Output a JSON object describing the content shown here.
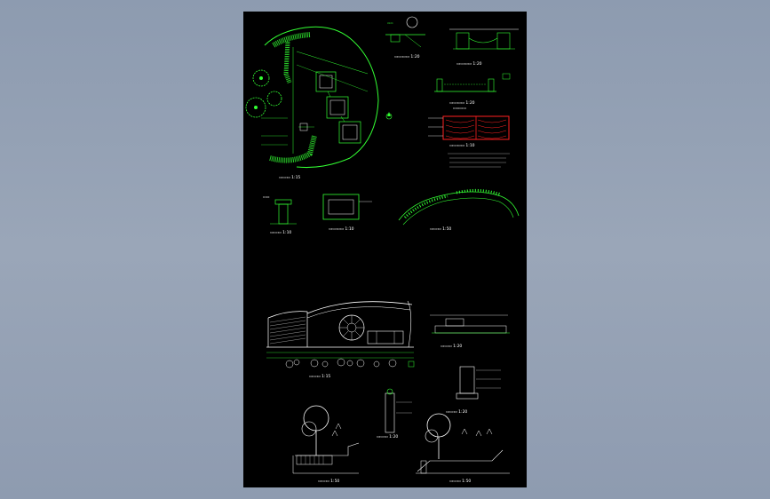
{
  "viewer": {
    "background_colors": [
      "#8d9bb0",
      "#9aa6b8"
    ],
    "sheet_color": "#000000",
    "line_colors": {
      "primary": "#33ff33",
      "secondary": "#ffffff",
      "accent": "#ff2020",
      "tree": "#ffffff"
    }
  },
  "drawings": [
    {
      "id": "plan",
      "scale": "1:15"
    },
    {
      "id": "pit-section",
      "scale": "1:20"
    },
    {
      "id": "gate-section",
      "scale": "1:20"
    },
    {
      "id": "wall-section",
      "scale": "1:20"
    },
    {
      "id": "paving-detail",
      "scale": "1:10"
    },
    {
      "id": "post-detail",
      "scale": "1:10"
    },
    {
      "id": "planter-detail",
      "scale": "1:10"
    },
    {
      "id": "curve-plan",
      "scale": "1:50"
    },
    {
      "id": "main-elevation",
      "scale": "1:15"
    },
    {
      "id": "step-section",
      "scale": "1:20"
    },
    {
      "id": "column-detail",
      "scale": "1:20"
    },
    {
      "id": "slope-section-a",
      "scale": "1:50"
    },
    {
      "id": "lamp-detail",
      "scale": "1:20"
    },
    {
      "id": "slope-section-b",
      "scale": "1:50"
    }
  ]
}
